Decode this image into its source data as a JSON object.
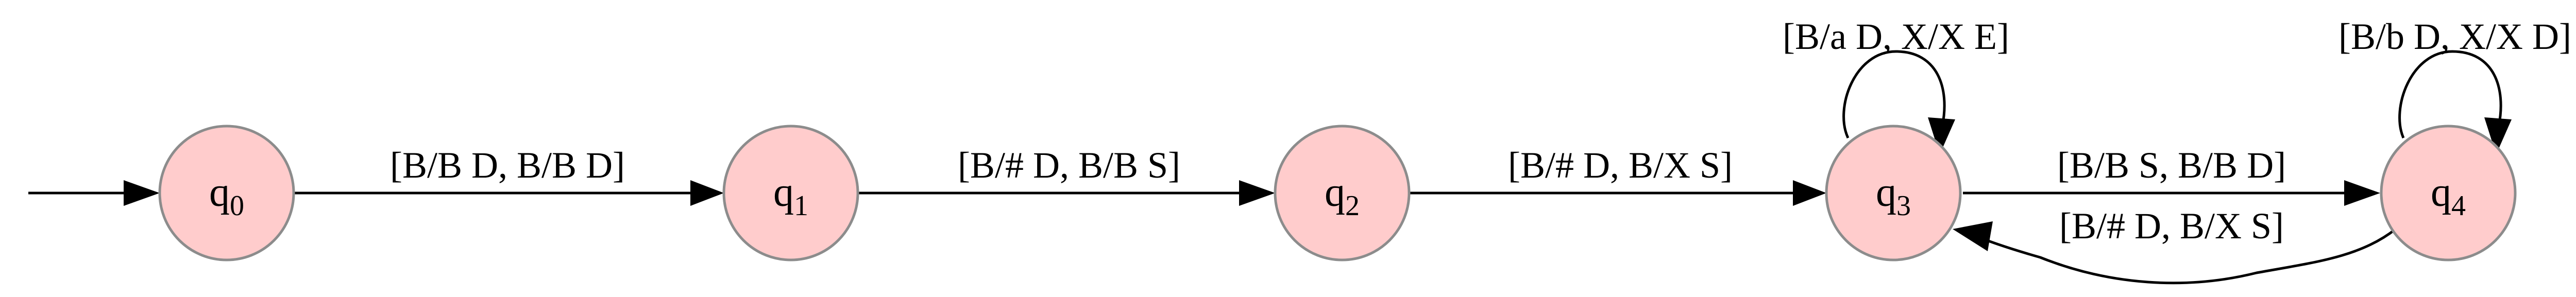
{
  "diagram": {
    "type": "state-machine",
    "colors": {
      "state_fill": "#ffcccc",
      "state_stroke": "#8c8c8c",
      "edge": "#000000"
    },
    "states": [
      {
        "id": "q0",
        "base": "q",
        "sub": "0"
      },
      {
        "id": "q1",
        "base": "q",
        "sub": "1"
      },
      {
        "id": "q2",
        "base": "q",
        "sub": "2"
      },
      {
        "id": "q3",
        "base": "q",
        "sub": "3"
      },
      {
        "id": "q4",
        "base": "q",
        "sub": "4"
      }
    ],
    "start_state": "q0",
    "transitions": [
      {
        "from": "q0",
        "to": "q1",
        "label": "[B/B D, B/B D]"
      },
      {
        "from": "q1",
        "to": "q2",
        "label": "[B/# D, B/B S]"
      },
      {
        "from": "q2",
        "to": "q3",
        "label": "[B/# D, B/X S]"
      },
      {
        "from": "q3",
        "to": "q3",
        "label": "[B/a D, X/X E]"
      },
      {
        "from": "q3",
        "to": "q4",
        "label": "[B/B S, B/B D]"
      },
      {
        "from": "q4",
        "to": "q4",
        "label": "[B/b D, X/X D]"
      },
      {
        "from": "q4",
        "to": "q3",
        "label": "[B/# D, B/X S]"
      }
    ]
  }
}
